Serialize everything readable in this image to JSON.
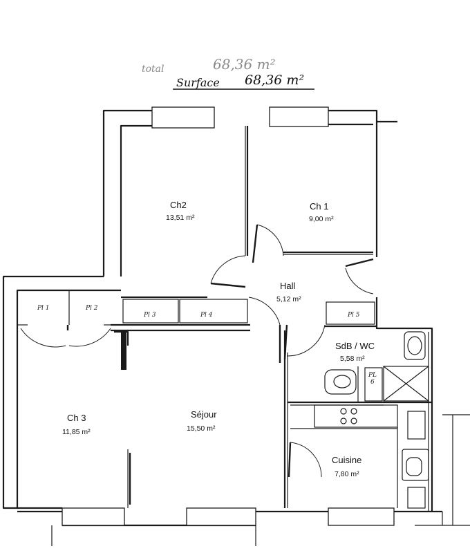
{
  "header": {
    "total_label": "total",
    "total_value": "68,36 m²",
    "surface_label": "Surface",
    "surface_value": "68,36 m²"
  },
  "rooms": {
    "ch2": {
      "name": "Ch2",
      "area": "13,51 m²"
    },
    "ch1": {
      "name": "Ch 1",
      "area": "9,00 m²"
    },
    "hall": {
      "name": "Hall",
      "area": "5,12 m²"
    },
    "sdb": {
      "name": "SdB / WC",
      "area": "5,58 m²"
    },
    "ch3": {
      "name": "Ch 3",
      "area": "11,85 m²"
    },
    "sejour": {
      "name": "Séjour",
      "area": "15,50 m²"
    },
    "cuisine": {
      "name": "Cuisine",
      "area": "7,80 m²"
    }
  },
  "closets": {
    "pl1": "Pl 1",
    "pl2": "Pl 2",
    "pl3": "Pl 3",
    "pl4": "Pl 4",
    "pl5": "Pl 5",
    "pl6_top": "PL",
    "pl6_bottom": "6"
  }
}
